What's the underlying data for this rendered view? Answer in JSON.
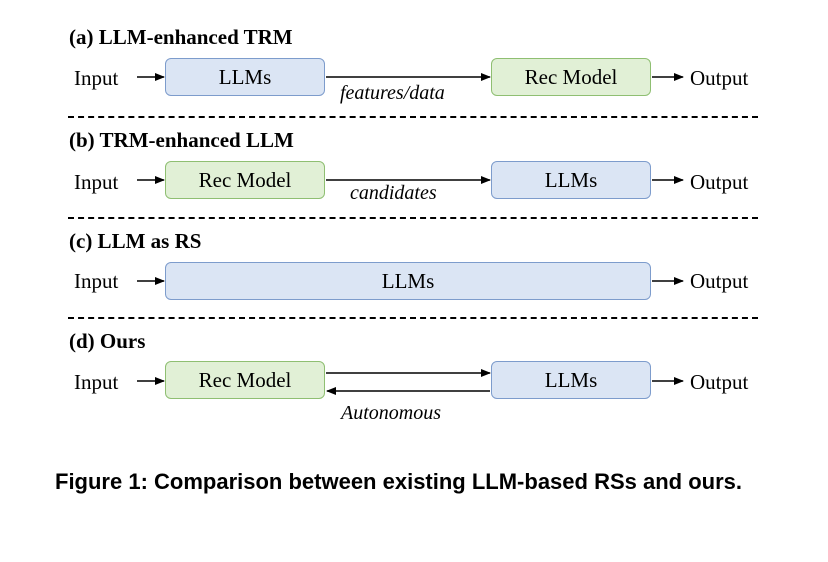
{
  "panels": [
    {
      "title": "(a) LLM-enhanced TRM",
      "input": "Input",
      "output": "Output",
      "box1": "LLMs",
      "box2": "Rec Model",
      "edge_label": "features/data"
    },
    {
      "title": "(b) TRM-enhanced LLM",
      "input": "Input",
      "output": "Output",
      "box1": "Rec Model",
      "box2": "LLMs",
      "edge_label": "candidates"
    },
    {
      "title": "(c) LLM as RS",
      "input": "Input",
      "output": "Output",
      "box1": "LLMs"
    },
    {
      "title": "(d) Ours",
      "input": "Input",
      "output": "Output",
      "box1": "Rec Model",
      "box2": "LLMs",
      "edge_label": "Autonomous"
    }
  ],
  "caption": "Figure 1: Comparison between existing LLM-based RSs and ours.",
  "colors": {
    "llm_fill": "#dbe5f4",
    "llm_border": "#7d9ccc",
    "rec_fill": "#e1f0d6",
    "rec_border": "#8fbf72"
  }
}
